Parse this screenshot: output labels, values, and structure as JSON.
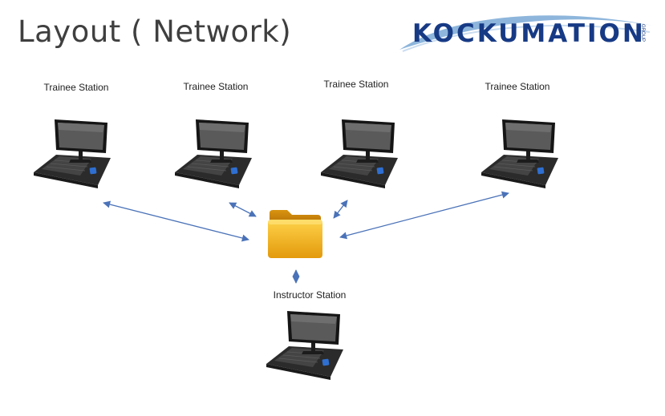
{
  "slide": {
    "title": "Layout ( Network)"
  },
  "logo": {
    "text": "KOCKUMATION",
    "sub": "GROUP",
    "colors": {
      "text": "#173a85",
      "swoosh": "#8eb6dc"
    }
  },
  "stations": [
    {
      "label": "Trainee Station",
      "icon": "computer-workstation-icon"
    },
    {
      "label": "Trainee Station",
      "icon": "computer-workstation-icon"
    },
    {
      "label": "Trainee Station",
      "icon": "computer-workstation-icon"
    },
    {
      "label": "Trainee Station",
      "icon": "computer-workstation-icon"
    },
    {
      "label": "Instructor Station",
      "icon": "computer-workstation-icon"
    }
  ],
  "hub": {
    "icon": "folder-icon"
  },
  "colors": {
    "connector": "#4a72b8",
    "folder": "#f2b21d"
  }
}
